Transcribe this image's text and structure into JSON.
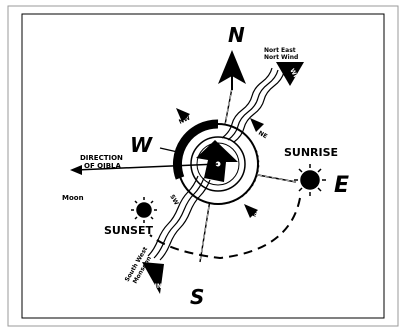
{
  "compass": {
    "north": "N",
    "south": "S",
    "east": "E",
    "west": "W",
    "northwest": "NW",
    "northeast": "NE",
    "southwest": "SW",
    "southeast": "SE"
  },
  "labels": {
    "sunrise": "SUNRISE",
    "sunset": "SUNSET",
    "moon": "Moon",
    "qibla_line1": "DIRECTION",
    "qibla_line2": "OF QIBLA",
    "ne_wind_line1": "Nort East",
    "ne_wind_line2": "Nort Wind",
    "ne_wind_word": "WIND",
    "sw_wind_line1": "South West",
    "sw_wind_line2": "Monsoon",
    "sw_wind_word": "WIND"
  },
  "colors": {
    "ink": "#000000",
    "paper": "#ffffff",
    "frame": "#9a9a9a"
  },
  "icons": [
    "north-arrow-icon",
    "sun-icon",
    "moon-icon",
    "qibla-arrow-icon",
    "wind-arrow-icon"
  ]
}
